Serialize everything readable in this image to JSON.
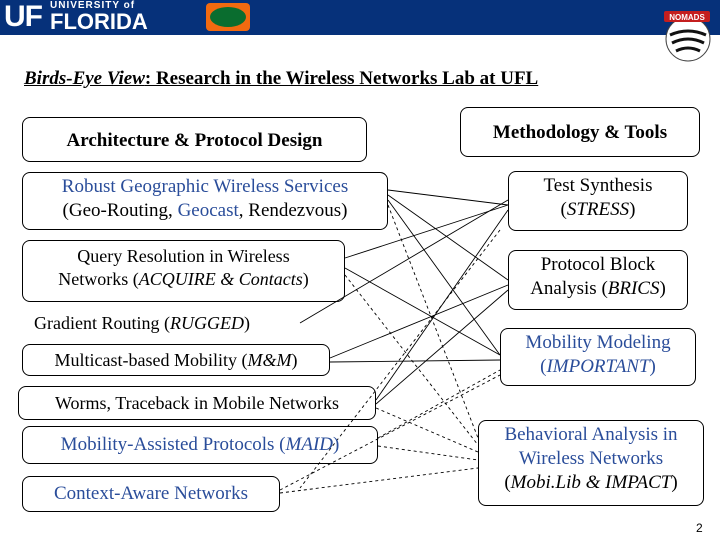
{
  "header": {
    "logo_mark": "UF",
    "logo_small": "UNIVERSITY of",
    "logo_big": "FLORIDA",
    "badge_text": "NOMADS"
  },
  "title": {
    "emph": "Birds-Eye View",
    "rest": ": Research in the Wireless Networks Lab at UFL"
  },
  "left_header": "Architecture  & Protocol Design",
  "right_header": "Methodology & Tools",
  "left_items": {
    "robust_l1": "Robust Geographic Wireless Services",
    "robust_l2a": "(Geo-Routing, ",
    "robust_l2b": "Geocast",
    "robust_l2c": ", Rendezvous)",
    "query_l1": "Query Resolution in Wireless",
    "query_l2a": "Networks (",
    "query_l2b": "ACQUIRE & Contacts",
    "query_l2c": ")",
    "gradient_a": "Gradient Routing (",
    "gradient_b": "RUGGED",
    "gradient_c": ")",
    "multicast_a": "Multicast-based Mobility (",
    "multicast_b": "M&M",
    "multicast_c": ")",
    "worms": "Worms, Traceback in Mobile Networks",
    "maid_a": "Mobility-Assisted Protocols (",
    "maid_b": "MAID",
    "maid_c": ")",
    "context": "Context-Aware Networks"
  },
  "right_items": {
    "test_l1": "Test Synthesis",
    "test_l2a": "(",
    "test_l2b": "STRESS",
    "test_l2c": ")",
    "block_l1": "Protocol Block",
    "block_l2a": "Analysis (",
    "block_l2b": "BRICS",
    "block_l2c": ")",
    "mob_l1": "Mobility Modeling",
    "mob_l2a": "(",
    "mob_l2b": "IMPORTANT",
    "mob_l2c": ")",
    "beh_l1": "Behavioral Analysis in",
    "beh_l2": "Wireless Networks",
    "beh_l3a": "(",
    "beh_l3b": "Mobi.Lib & IMPACT",
    "beh_l3c": ")"
  },
  "page_number": "2",
  "colors": {
    "header_bg": "#06317a",
    "accent_blue": "#2a4d9a",
    "line": "#000000"
  }
}
